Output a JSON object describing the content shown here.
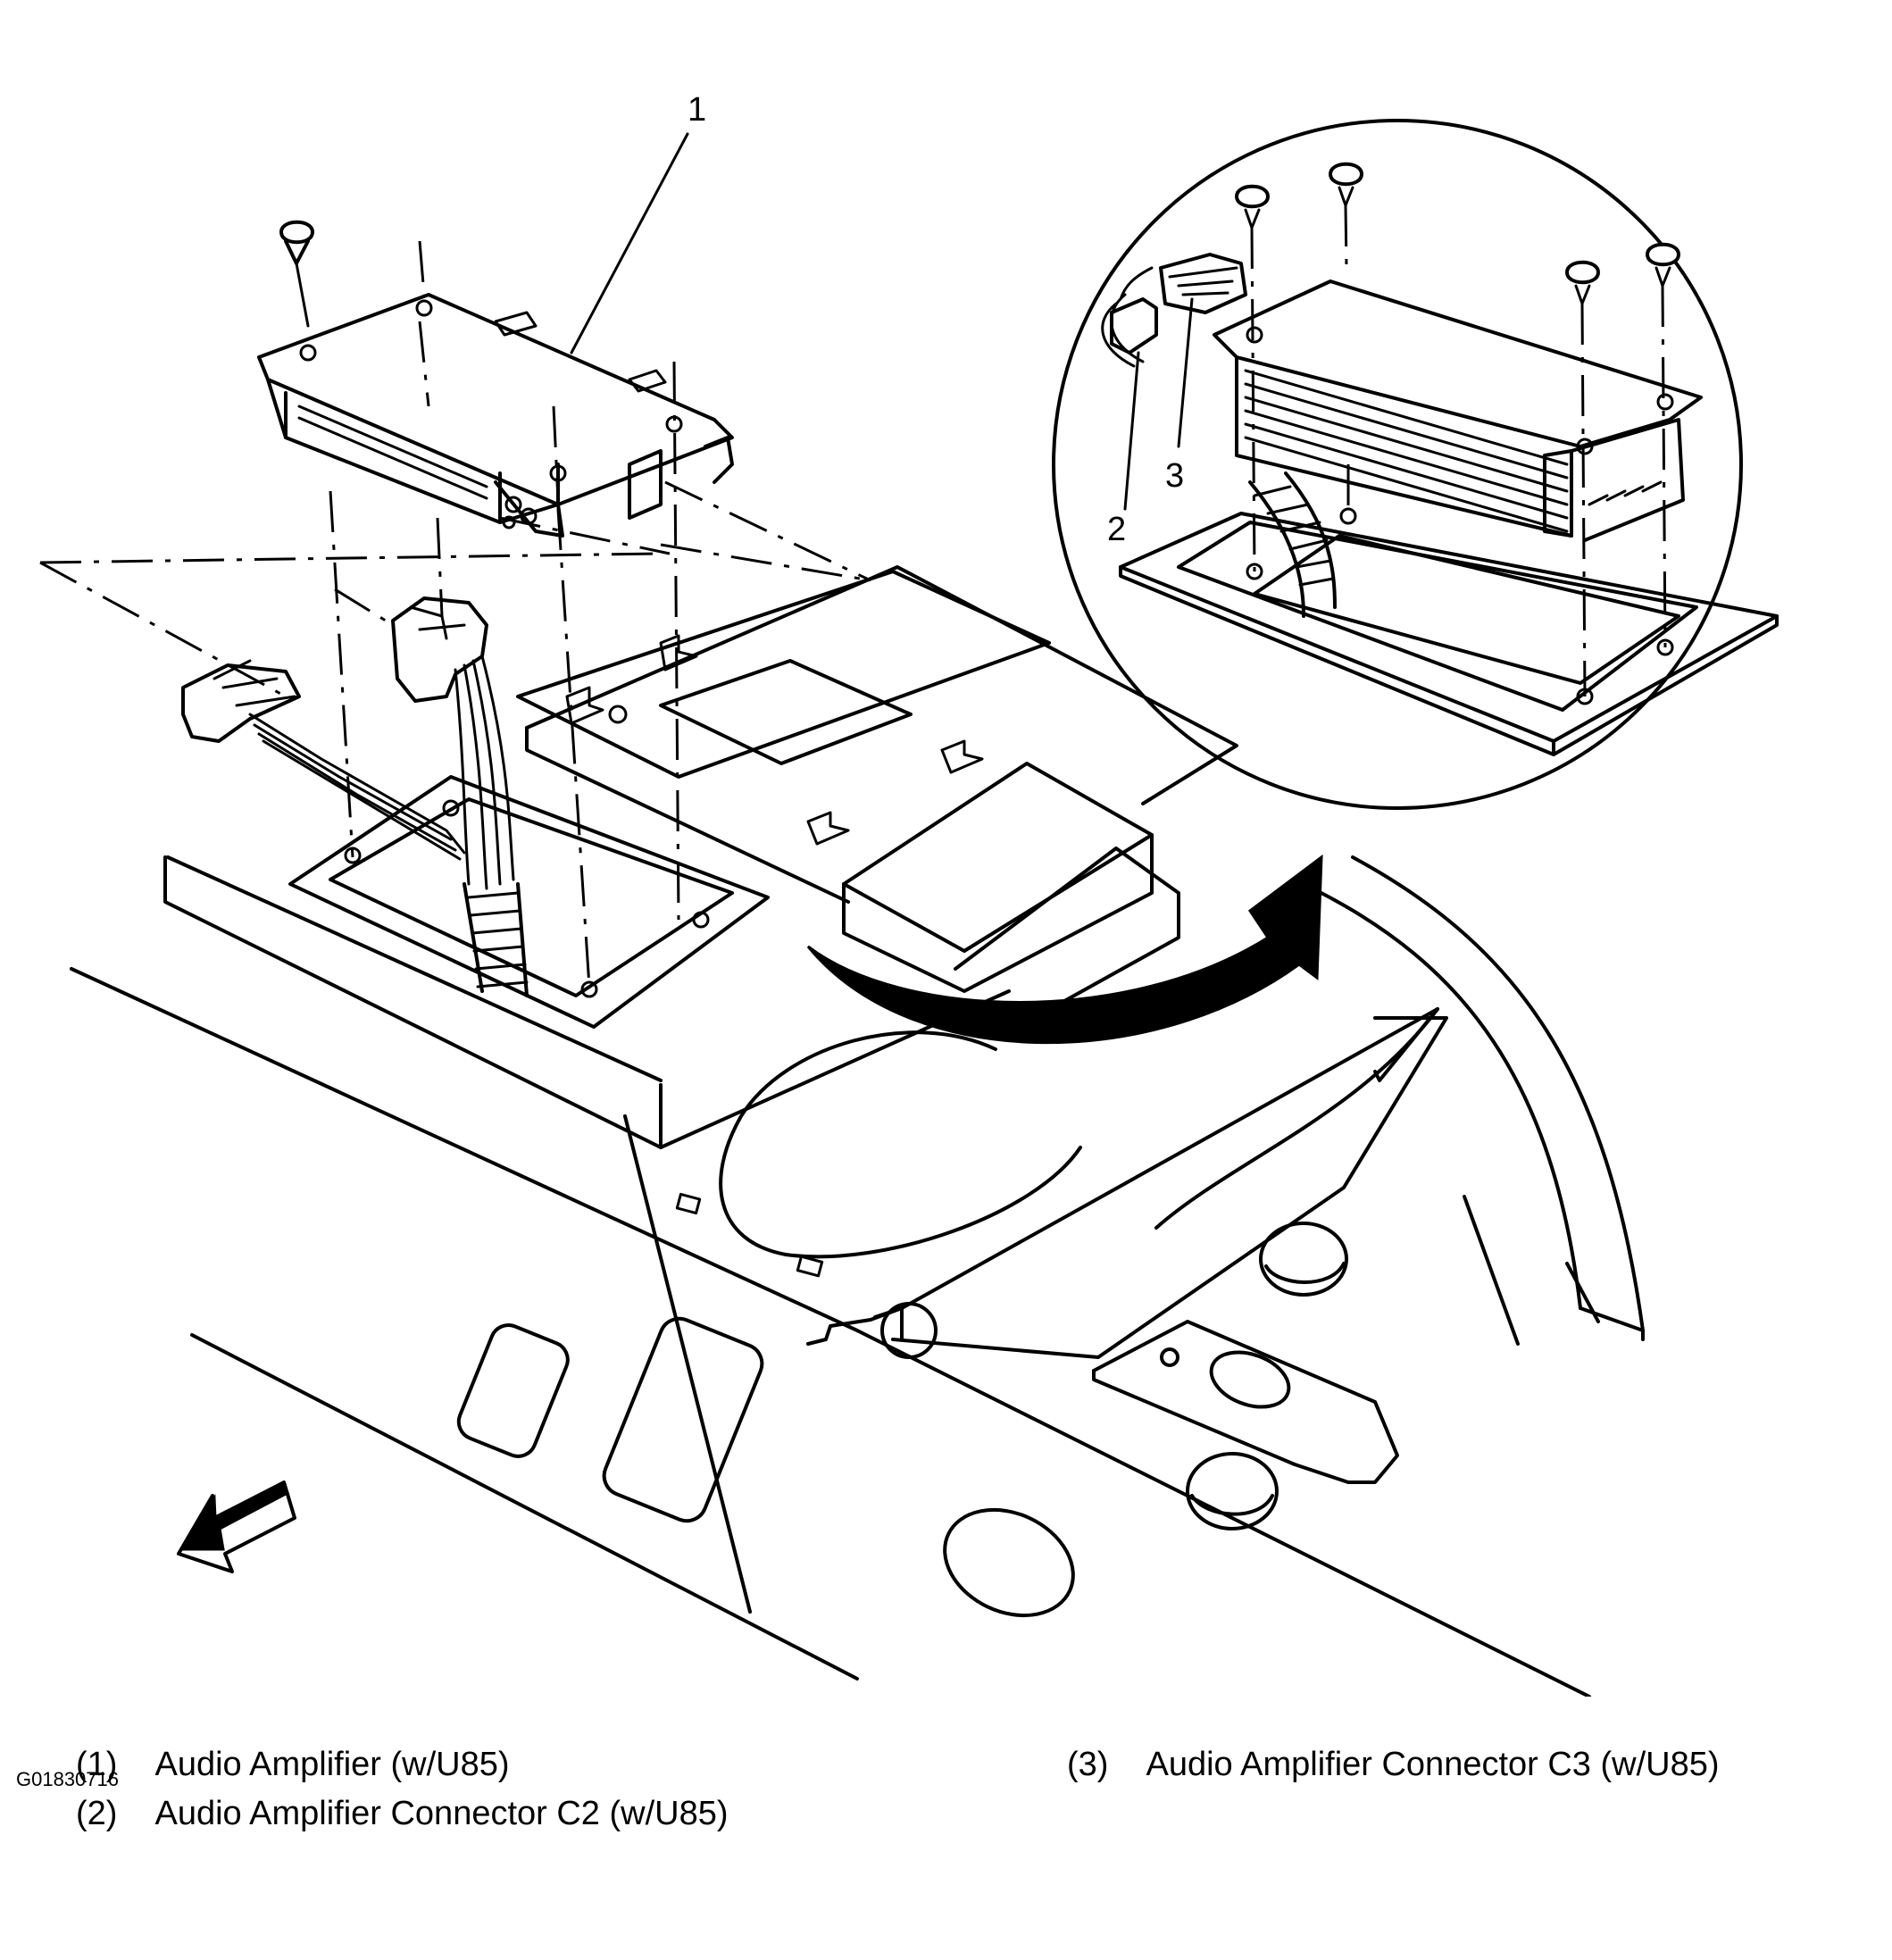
{
  "callouts": {
    "c1": "1",
    "c2": "2",
    "c3": "3"
  },
  "legend": [
    {
      "num": "(1)",
      "text": "Audio Amplifier (w/U85)"
    },
    {
      "num": "(2)",
      "text": "Audio Amplifier Connector C2 (w/U85)"
    },
    {
      "num": "(3)",
      "text": "Audio Amplifier Connector C3 (w/U85)"
    }
  ],
  "figure_id": "G01830716"
}
